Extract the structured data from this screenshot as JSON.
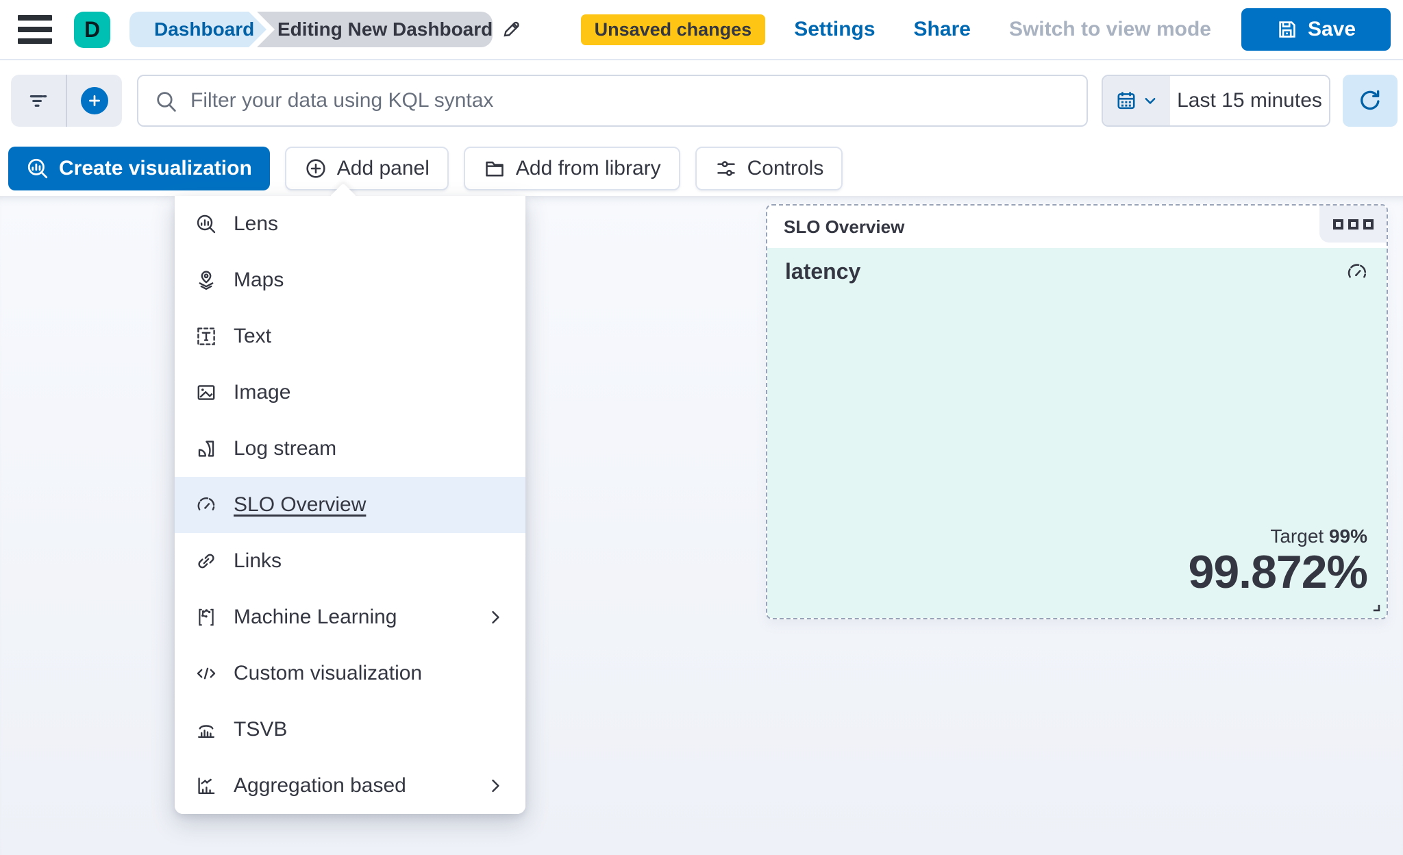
{
  "header": {
    "avatar_letter": "D",
    "breadcrumbs": [
      {
        "label": "Dashboard"
      },
      {
        "label": "Editing New Dashboard"
      }
    ],
    "unsaved_badge": "Unsaved changes",
    "settings_label": "Settings",
    "share_label": "Share",
    "view_mode_label": "Switch to view mode",
    "save_label": "Save"
  },
  "query_bar": {
    "search_placeholder": "Filter your data using KQL syntax",
    "time_range": "Last 15 minutes"
  },
  "toolbar": {
    "create_visualization_label": "Create visualization",
    "add_panel_label": "Add panel",
    "add_from_library_label": "Add from library",
    "controls_label": "Controls"
  },
  "add_panel_menu": {
    "items": [
      {
        "label": "Lens",
        "icon": "lens-icon",
        "highlighted": false,
        "submenu": false
      },
      {
        "label": "Maps",
        "icon": "maps-icon",
        "highlighted": false,
        "submenu": false
      },
      {
        "label": "Text",
        "icon": "text-icon",
        "highlighted": false,
        "submenu": false
      },
      {
        "label": "Image",
        "icon": "image-icon",
        "highlighted": false,
        "submenu": false
      },
      {
        "label": "Log stream",
        "icon": "log-stream-icon",
        "highlighted": false,
        "submenu": false
      },
      {
        "label": "SLO Overview",
        "icon": "slo-gauge-icon",
        "highlighted": true,
        "submenu": false
      },
      {
        "label": "Links",
        "icon": "links-icon",
        "highlighted": false,
        "submenu": false
      },
      {
        "label": "Machine Learning",
        "icon": "machine-learning-icon",
        "highlighted": false,
        "submenu": true
      },
      {
        "label": "Custom visualization",
        "icon": "code-icon",
        "highlighted": false,
        "submenu": false
      },
      {
        "label": "TSVB",
        "icon": "tsvb-icon",
        "highlighted": false,
        "submenu": false
      },
      {
        "label": "Aggregation based",
        "icon": "aggregation-icon",
        "highlighted": false,
        "submenu": true
      }
    ]
  },
  "slo_panel": {
    "title": "SLO Overview",
    "metric_name": "latency",
    "target_label": "Target",
    "target_value": "99%",
    "value": "99.872%"
  },
  "colors": {
    "accent_blue": "#0071c2",
    "link_blue": "#0068b1",
    "badge_yellow": "#fec514",
    "avatar_teal": "#00bfb3",
    "panel_body_teal": "#e3f6f3",
    "menu_highlight": "#e7f0fa",
    "dashed_border": "#98a3b8"
  }
}
